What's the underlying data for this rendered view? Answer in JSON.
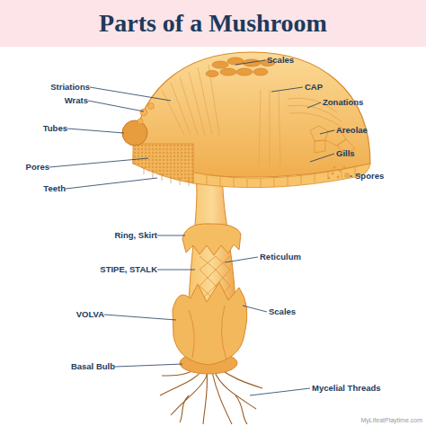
{
  "diagram": {
    "title": "Parts of a Mushroom",
    "labels": [
      "Scales",
      "Striations",
      "CAP",
      "Wrats",
      "Zonations",
      "Tubes",
      "Areolae",
      "Gills",
      "Pores",
      "Spores",
      "Teeth",
      "Ring, Skirt",
      "Reticulum",
      "STIPE, STALK",
      "Scales",
      "VOLVA",
      "Basal Bulb",
      "Mycelial Threads",
      "MyLifeatPlaytime.com"
    ]
  }
}
